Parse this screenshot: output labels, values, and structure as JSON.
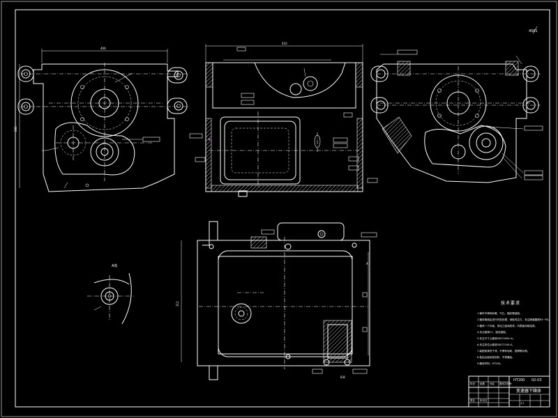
{
  "drawing": {
    "sheet_number": "4001",
    "scale_note": "1:1",
    "technical_requirements_title": "技术要求",
    "technical_requirements": [
      "1.铸件不得有砂眼、气孔、裂纹等缺陷。",
      "2.箱体铸造后进行时效处理，消除内应力，未注铸造圆角R3~R5。",
      "3.箱体一个平面，非加工面涂底漆，内表面涂耐油漆。",
      "4.未注倒角C1，锐边倒钝。",
      "5.未注尺寸公差按GB/T1804-m。",
      "6.未注形位公差按GB/T1184-K。",
      "7.装配前清洗干净，不得有毛刺、铁屑等杂物。",
      "8.各结合面涂密封胶，不得漏油。",
      "9.箱体材料：HT200。"
    ],
    "title_block": {
      "part_name": "变速器下箱体",
      "material": "HT200",
      "drawing_no": "02-03",
      "rows": [
        "标记",
        "处数",
        "分区",
        "更改文件号",
        "签名",
        "年月日"
      ]
    },
    "view_labels": {
      "detail_view": "A向",
      "section_label": "B-B"
    }
  }
}
